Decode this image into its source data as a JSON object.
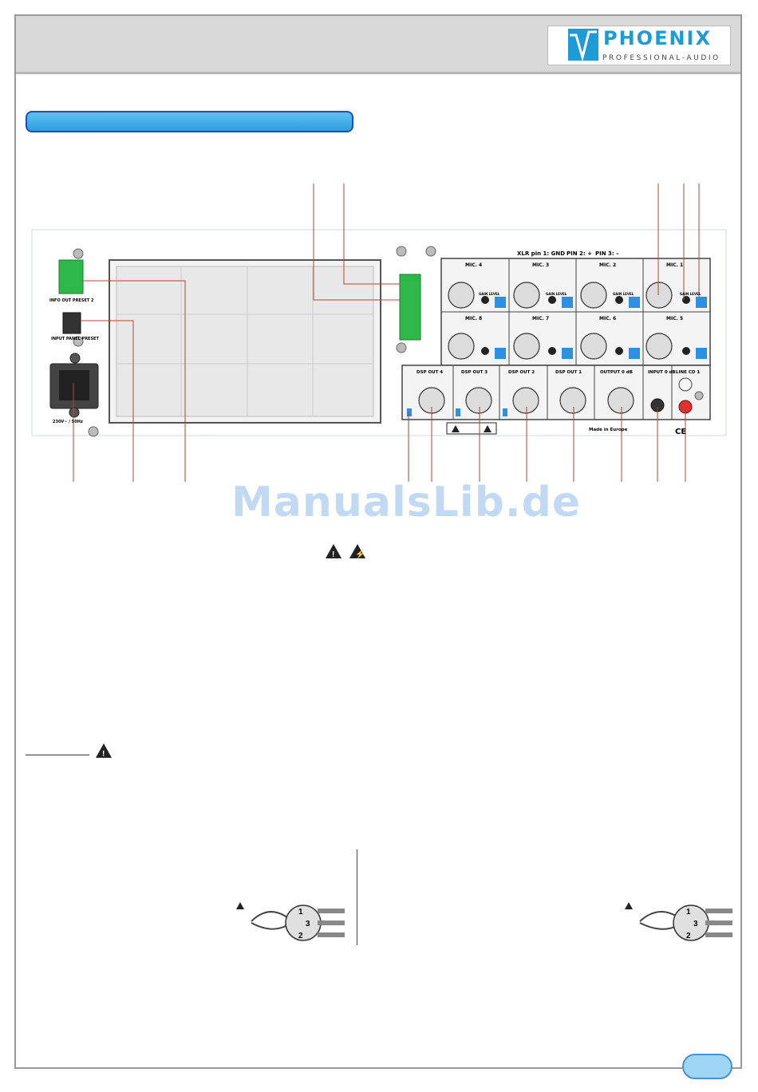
{
  "brand": {
    "name": "PHOENIX",
    "tagline": "PROFESSIONAL-AUDIO",
    "accent": "#1e9ad6"
  },
  "panel": {
    "xlr_note": "XLR pin 1: GND",
    "pin2": "PIN 2: +",
    "pin3": "PIN 3: –",
    "mic_channels_top": [
      "MIC. 4",
      "MIC. 3",
      "MIC. 2",
      "MIC. 1"
    ],
    "mic_channels_bottom": [
      "MIC. 8",
      "MIC. 7",
      "MIC. 6",
      "MIC. 5"
    ],
    "gain_label": "GAIN LEVEL",
    "outputs": [
      "DSP OUT 4",
      "DSP OUT 3",
      "DSP OUT 2",
      "DSP OUT 1",
      "OUTPUT 0 dB"
    ],
    "input_0db": "INPUT 0 dB",
    "line_cd": "LINE CD 1",
    "info_out": "INFO OUT PRESET 2",
    "input_panel": "INPUT PANEL PRESET",
    "mains": "230V~ / 50Hz",
    "made_in": "Made in Europe",
    "ce": "CE"
  },
  "watermark": "ManualsLib.de",
  "xlr_pins": [
    "1",
    "3",
    "2"
  ]
}
